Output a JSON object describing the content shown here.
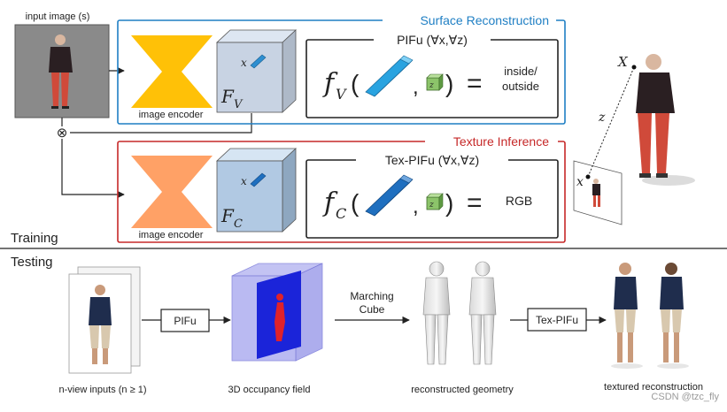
{
  "training": {
    "input_label": "input image (s)",
    "surface": {
      "title": "Surface Reconstruction",
      "color": "#1f7fc4",
      "encoder_label": "image encoder",
      "encoder_color": "#ffc107",
      "feature_sym": "F",
      "feature_sub": "V",
      "x_label": "x",
      "func_title": "PIFu (∀x,∀z)",
      "func_sym": "f",
      "func_sub": "V",
      "equals": "=",
      "out_line1": "inside/",
      "out_line2": "outside",
      "z_label": "z"
    },
    "texture": {
      "title": "Texture Inference",
      "color": "#c62828",
      "encoder_label": "image encoder",
      "encoder_color": "#ffa166",
      "feature_sym": "F",
      "feature_sub": "C",
      "x_label": "x",
      "func_title": "Tex-PIFu (∀x,∀z)",
      "func_sym": "f",
      "func_sub": "C",
      "equals": "=",
      "output": "RGB",
      "z_label": "z"
    },
    "combine_symbol": "⊗",
    "geo": {
      "X_label": "X",
      "z_label": "z",
      "x_label": "x"
    },
    "section_label": "Training"
  },
  "testing": {
    "section_label": "Testing",
    "steps": {
      "inputs_label": "n-view inputs (n ≥ 1)",
      "pifu_box": "PIFu",
      "occupancy_label": "3D occupancy field",
      "marching_line1": "Marching",
      "marching_line2": "Cube",
      "geometry_label": "reconstructed geometry",
      "texpifu_box": "Tex-PIFu",
      "textured_label": "textured reconstruction"
    }
  },
  "watermark": "CSDN @tzc_fly"
}
